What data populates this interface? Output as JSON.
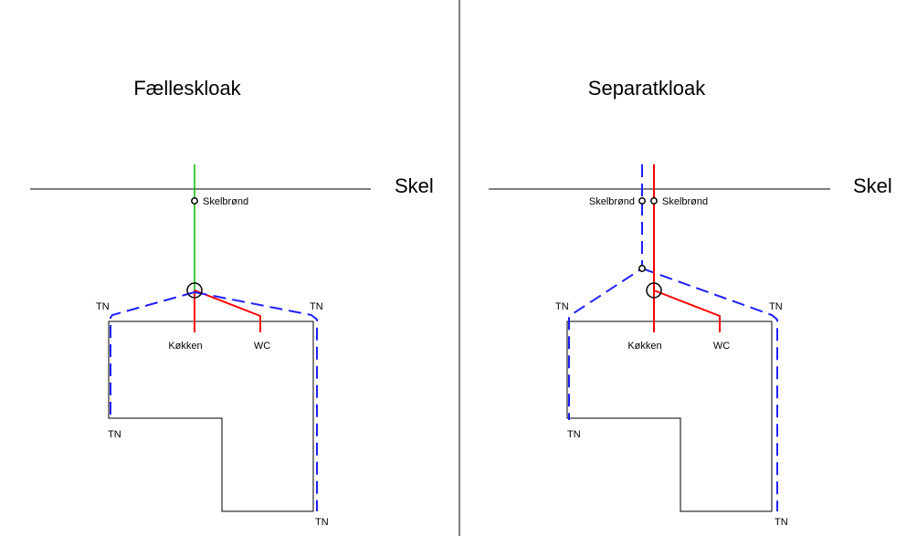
{
  "left_panel": {
    "title": "Fælleskloak",
    "boundary_label": "Skel",
    "manhole_label": "Skelbrønd",
    "kitchen_label": "Køkken",
    "wc_label": "WC",
    "tn_labels": [
      "TN",
      "TN",
      "TN",
      "TN"
    ]
  },
  "right_panel": {
    "title": "Separatkloak",
    "boundary_label": "Skel",
    "manhole_labels": [
      "Skelbrønd",
      "Skelbrønd"
    ],
    "kitchen_label": "Køkken",
    "wc_label": "WC",
    "tn_labels": [
      "TN",
      "TN",
      "TN",
      "TN"
    ]
  },
  "colors": {
    "combined_sewer": "#00bb00",
    "wastewater": "#ff0000",
    "stormwater": "#1f1fff"
  }
}
